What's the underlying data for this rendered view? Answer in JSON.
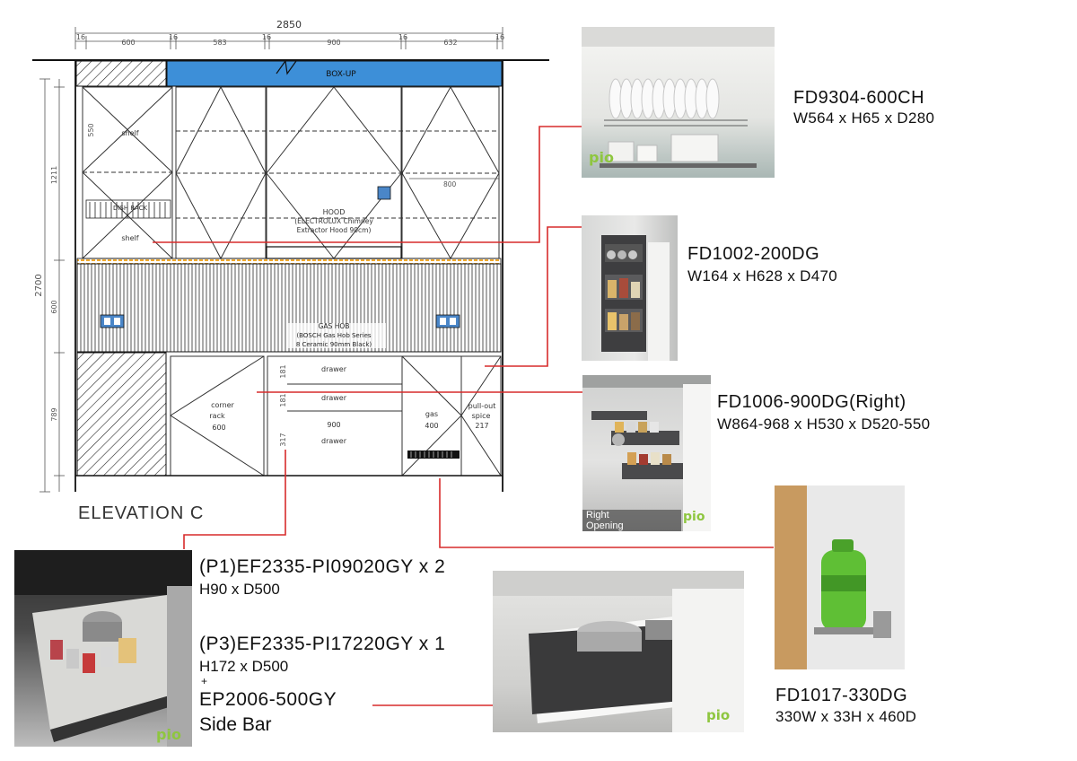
{
  "elevation": {
    "title": "ELEVATION C",
    "overall_width": "2850",
    "segments": [
      "16",
      "600",
      "16",
      "583",
      "16",
      "900",
      "16",
      "632",
      "16"
    ],
    "overall_height": "2700",
    "left_dims": [
      "1211",
      "600",
      "789"
    ],
    "inner_dims": [
      "550",
      "181",
      "181",
      "317"
    ],
    "dim_800": "800",
    "box_up": "BOX-UP",
    "shelf": "shelf",
    "dish_rack": "DISH RACK",
    "hood_title": "HOOD",
    "hood_desc_1": "(ELECTROLUX Chimney",
    "hood_desc_2": "Extractor Hood 90cm)",
    "gas_hob_title": "GAS HOB",
    "gas_hob_desc_1": "(BOSCH Gas Hob Series",
    "gas_hob_desc_2": "8 Ceramic 90mm Black)",
    "drawer": "drawer",
    "corner_rack_1": "corner",
    "corner_rack_2": "rack",
    "corner_width": "600",
    "drawer_width": "900",
    "gas_label": "gas",
    "gas_width": "400",
    "pullout_1": "pull-out",
    "pullout_2": "spice",
    "pullout_width": "217"
  },
  "products": [
    {
      "code": "FD9304-600CH",
      "size": "W564 x H65 x D280"
    },
    {
      "code": "FD1002-200DG",
      "size": "W164 x H628 x D470"
    },
    {
      "code": "FD1006-900DG(Right)",
      "size": "W864-968 x H530 x D520-550",
      "caption_1": "Right",
      "caption_2": "Opening"
    },
    {
      "code": "FD1017-330DG",
      "size": "330W x 33H x 460D"
    }
  ],
  "drawer_set": {
    "line1": "(P1)EF2335-PI09020GY x 2",
    "line2": "H90 x D500",
    "line3": "(P3)EF2335-PI17220GY x 1",
    "line4": "H172 x D500",
    "plus": "+",
    "line5": "EP2006-500GY",
    "line6": "Side Bar"
  },
  "brand": "pio",
  "colors": {
    "leader": "#d72b2b",
    "boxup": "#3d8fd8",
    "counter": "#f0a92e",
    "outlet": "#4a86c8"
  }
}
